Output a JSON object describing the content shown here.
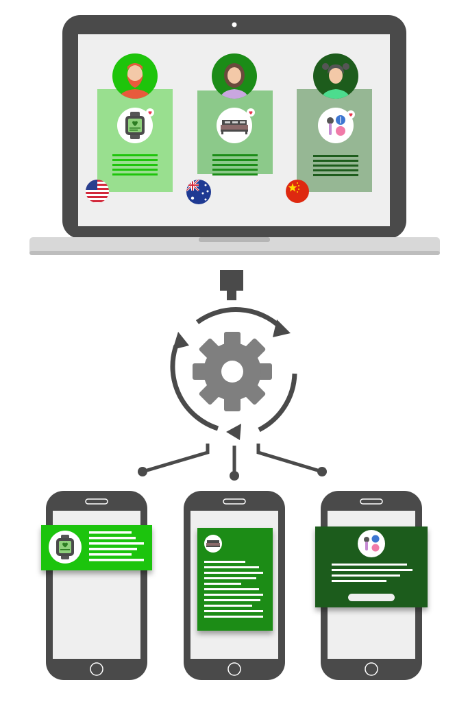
{
  "colors": {
    "device_frame": "#4a4a4a",
    "screen_bg": "#efefef",
    "laptop_base": "#d7d7d7",
    "gear": "#7f7f7f",
    "loop_arrows": "#4a4a4a",
    "green_light": "#1ec40b",
    "green_mid": "#1b8c17",
    "green_dark": "#1d5c1c",
    "card_light": "#99df8f",
    "card_mid": "#8cc98a",
    "card_dark": "#96b794",
    "white": "#ffffff"
  },
  "profiles": [
    {
      "persona": "bearded-man",
      "product": "smartwatch",
      "flag": "usa-flag",
      "card_color": "#99df8f",
      "avatar_color": "#1ec40b",
      "lines_color": "#1ec40b"
    },
    {
      "persona": "woman",
      "product": "bed",
      "flag": "australia-flag",
      "card_color": "#8cc98a",
      "avatar_color": "#1b8c17",
      "lines_color": "#1b8c17"
    },
    {
      "persona": "girl",
      "product": "cosmetics",
      "flag": "china-flag",
      "card_color": "#96b794",
      "avatar_color": "#1d5c1c",
      "lines_color": "#1d5c1c"
    }
  ],
  "notifications": [
    {
      "product": "smartwatch",
      "style": "banner",
      "color": "#1ec40b"
    },
    {
      "product": "bed",
      "style": "card",
      "color": "#1b8c17"
    },
    {
      "product": "cosmetics",
      "style": "modal",
      "color": "#1d5c1c"
    }
  ]
}
